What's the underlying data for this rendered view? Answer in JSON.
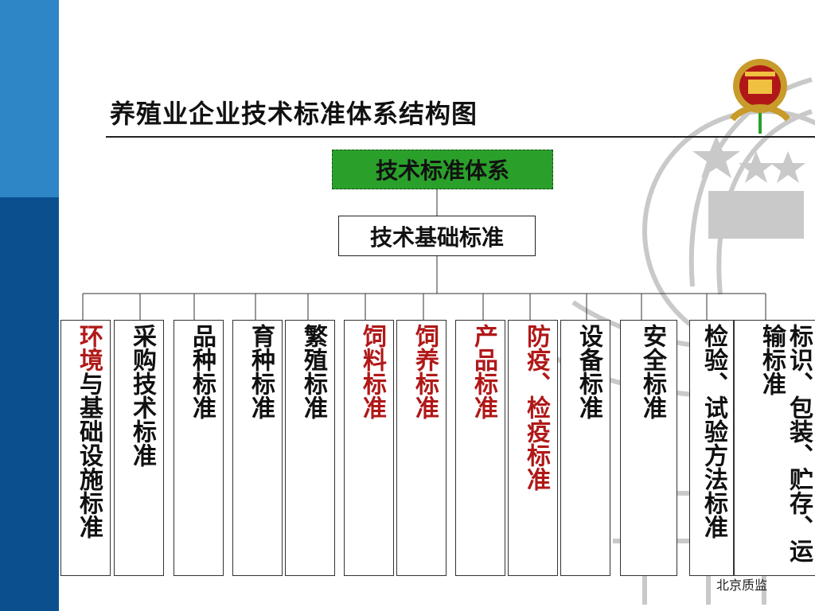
{
  "title": "养殖业企业技术标准体系结构图",
  "root": "技术标准体系",
  "base": "技术基础标准",
  "items": [
    {
      "pre": "环境",
      "post": "与基础设施标准"
    },
    {
      "pre": "",
      "post": "采购技术标准"
    },
    {
      "pre": "",
      "post": "品种标准"
    },
    {
      "pre": "",
      "post": "育种标准"
    },
    {
      "pre": "",
      "post": "繁殖标准"
    },
    {
      "pre": "饲料标准",
      "post": ""
    },
    {
      "pre": "饲养标准",
      "post": ""
    },
    {
      "pre": "产品标准",
      "post": ""
    },
    {
      "pre": "防疫、检疫标准",
      "post": ""
    },
    {
      "pre": "",
      "post": "设备标准"
    },
    {
      "pre": "",
      "post": "安全标准"
    },
    {
      "pre": "",
      "post": "检验、试验方法标准"
    },
    {
      "pre": "",
      "post": "运输标准"
    },
    {
      "pre": "",
      "post": "标识、包装、贮存、"
    }
  ],
  "footer": "北京质监",
  "colors": {
    "accent_red": "#b01818",
    "root_green": "#2aa02a",
    "band_light": "#2f86c7",
    "band_dark": "#0b4f8f"
  }
}
